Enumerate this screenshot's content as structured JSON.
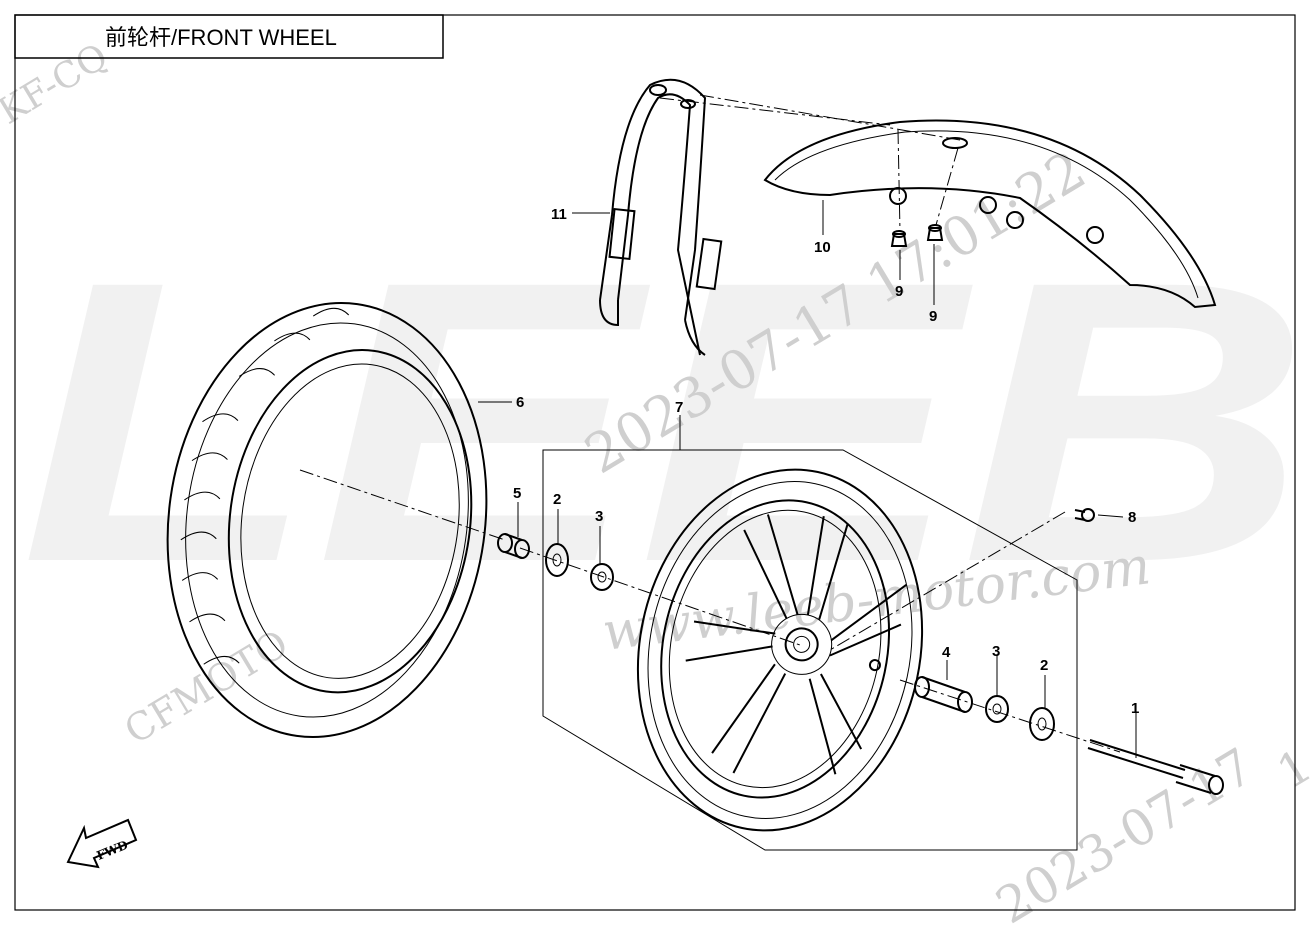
{
  "header": {
    "title": "前轮杆/FRONT WHEEL"
  },
  "watermarks": {
    "big_logo": "LEEB",
    "website": "www.leeb-motor.com",
    "date_main": "2023-07-17 17:01:22",
    "date_corner": "2023-07-17",
    "brand": "CFMOTO",
    "corner_code": "KF-CQ",
    "fragment_right": "1"
  },
  "fwd_label": "FWD",
  "callouts": {
    "p1": "1",
    "p2a": "2",
    "p2b": "2",
    "p3a": "3",
    "p3b": "3",
    "p4": "4",
    "p5": "5",
    "p6": "6",
    "p7": "7",
    "p8": "8",
    "p9a": "9",
    "p9b": "9",
    "p10": "10",
    "p11": "11"
  },
  "colors": {
    "line": "#000000",
    "watermark": "#d4d4d4",
    "background": "#ffffff"
  }
}
